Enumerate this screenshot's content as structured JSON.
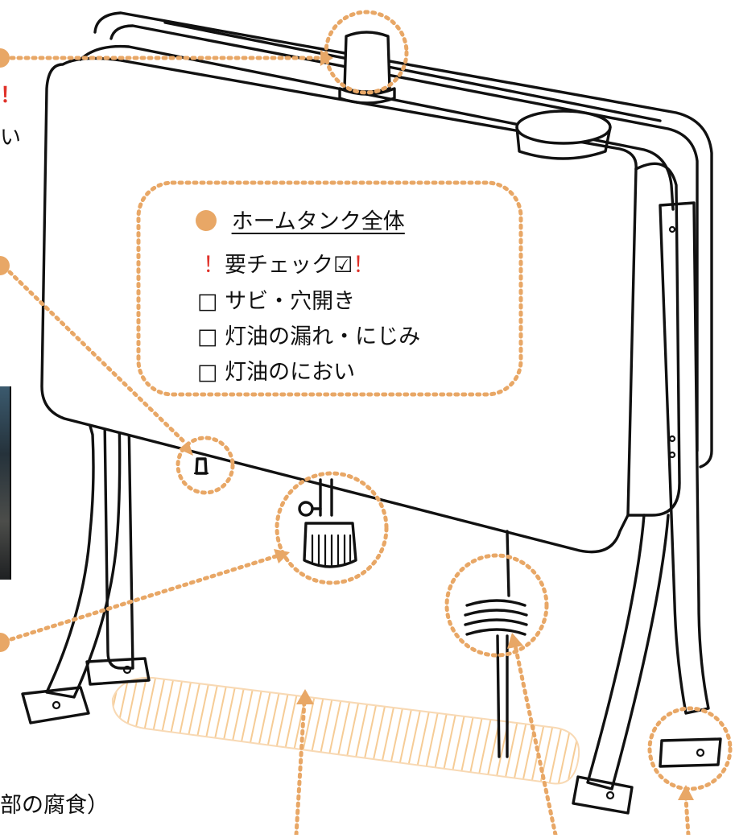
{
  "colors": {
    "accent": "#e8a766",
    "warning": "#e0322a",
    "line": "#111111",
    "tray_hatch": "#f6cc96"
  },
  "icons": {
    "bullet": "orange-dot-icon",
    "checked": "checked-box-icon",
    "unchecked": "empty-checkbox-icon",
    "warning": "exclamation-icon"
  },
  "checklist_box": {
    "title": "ホームタンク全体",
    "header_mark_left": "！",
    "header": "要チェック",
    "header_check": "☑",
    "header_mark_right": "！",
    "checkbox_glyph": "□",
    "items": [
      "サビ・穴開き",
      "灯油の漏れ・にじみ",
      "灯油のにおい"
    ]
  },
  "cropped_edge_text": {
    "left_exclamation": "！",
    "left_fragment": "い",
    "bottom_left_fragment": "部の腐食）"
  }
}
